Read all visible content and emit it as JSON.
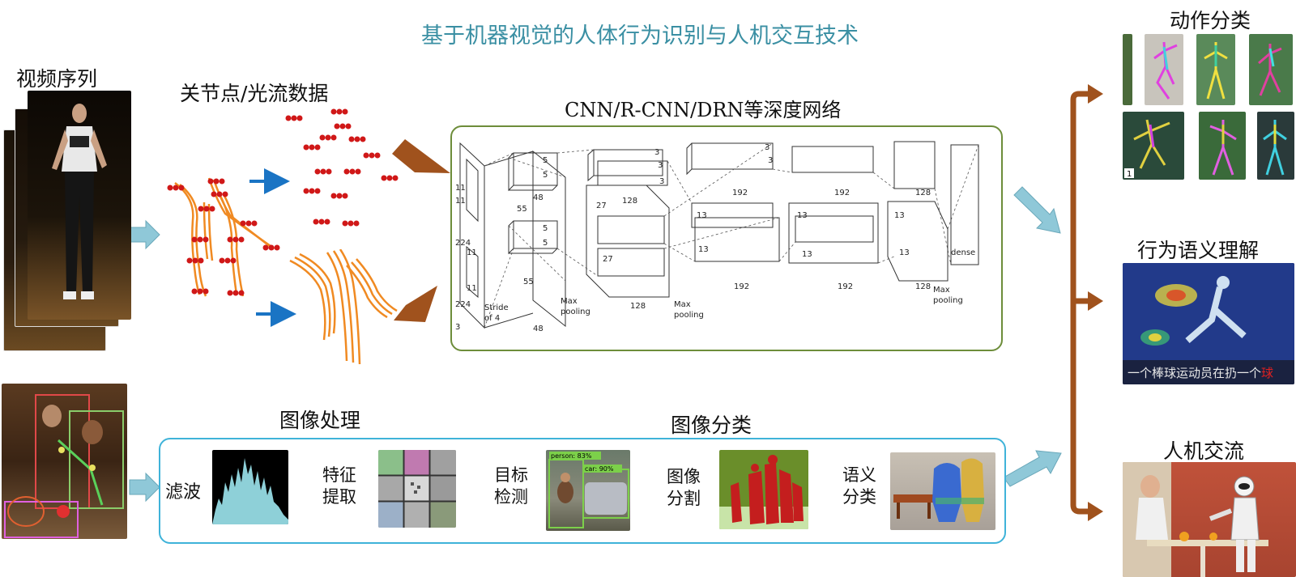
{
  "title": "基于机器视觉的人体行为识别与人机交互技术",
  "labels": {
    "video_sequence": "视频序列",
    "keypoint_flow": "关节点/光流数据",
    "cnn_title": "CNN/R-CNN/DRN等深度网络",
    "image_processing": "图像处理",
    "image_classification": "图像分类",
    "action_classification": "动作分类",
    "behavior_understanding": "行为语义理解",
    "hci": "人机交流"
  },
  "pipeline": {
    "filter": "滤波",
    "feature_line1": "特征",
    "feature_line2": "提取",
    "detect_line1": "目标",
    "detect_line2": "检测",
    "segment_line1": "图像",
    "segment_line2": "分割",
    "semantic_line1": "语义",
    "semantic_line2": "分类"
  },
  "detection_tags": {
    "person": "person: 83%",
    "car": "car: 90%"
  },
  "caption": "一个棒球运动员在扔一个球",
  "caption_highlight": "球",
  "action_badge": "1",
  "network": {
    "input": "224",
    "input2": "224",
    "stride": "Stride\nof 4",
    "kernel11": "11",
    "ch3": "3",
    "k5": "5",
    "k3": "3",
    "k13": "13",
    "k27": "27",
    "k55": "55",
    "d48": "48",
    "d128": "128",
    "d192": "192",
    "max_pooling": "Max\npooling",
    "dense": "dense"
  },
  "colors": {
    "title": "#3a8fa3",
    "green_box": "#6d8d3a",
    "blue_box": "#3fb3d9",
    "brown_arrow": "#a0521d",
    "blue_arrow": "#1a74c4",
    "light_arrow": "#8fc8d8",
    "joint_dot": "#d01818",
    "skeleton": "#f08a22"
  }
}
